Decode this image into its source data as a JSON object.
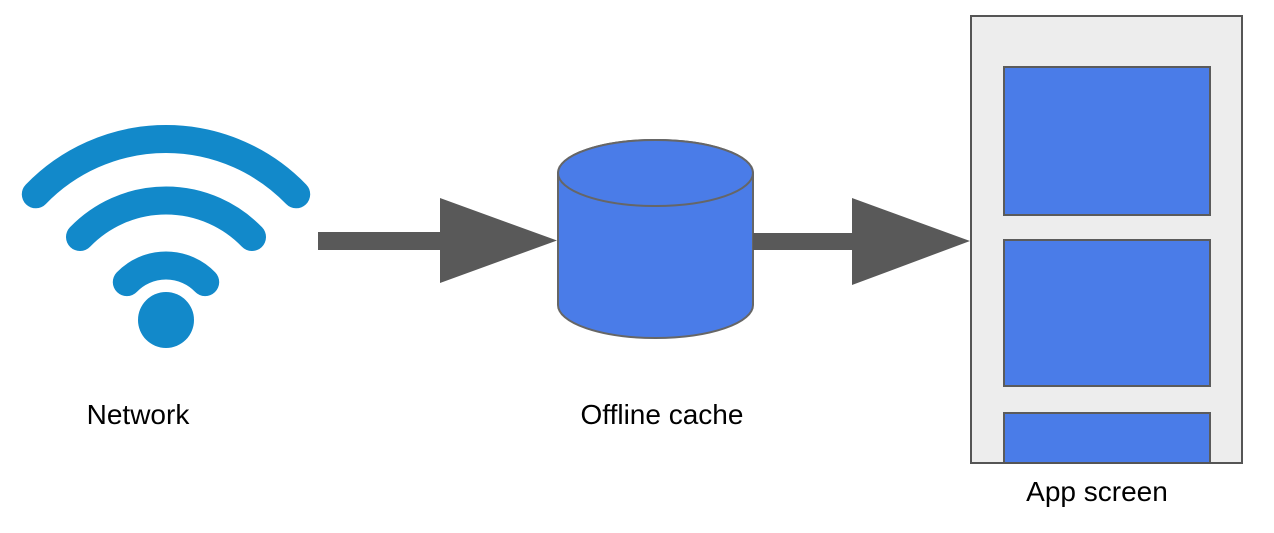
{
  "diagram": {
    "description": "Flow diagram: network data passes through an offline cache to populate an app screen",
    "background": "#ffffff",
    "nodes": {
      "network": {
        "label": "Network",
        "icon": "wifi-icon",
        "icon_color": "#1289CA"
      },
      "cache": {
        "label": "Offline cache",
        "shape": "cylinder",
        "fill": "#4A7CE8",
        "stroke": "#666666"
      },
      "app": {
        "label": "App screen",
        "shape": "screen-panel",
        "panel_fill": "#EDEDED",
        "panel_stroke": "#555555",
        "block_fill": "#4A7CE8",
        "block_stroke": "#5B5B5B",
        "block_count": 3
      }
    },
    "connectors": [
      {
        "from": "Network",
        "to": "Offline cache",
        "direction": "right",
        "color": "#595959"
      },
      {
        "from": "Offline cache",
        "to": "App screen",
        "direction": "right",
        "color": "#595959"
      }
    ]
  }
}
